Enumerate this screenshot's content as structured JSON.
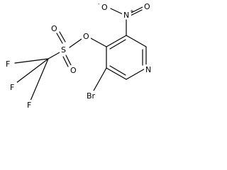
{
  "molecule": {
    "atoms": {
      "N_nitro": "N",
      "N_nitro_charge": "+",
      "O_nitro_top": "O",
      "O_nitro_minus": "O",
      "O_nitro_minus_charge": "-",
      "O_ester": "O",
      "S": "S",
      "O_sulfonyl_top": "O",
      "O_sulfonyl_bottom": "O",
      "F_left": "F",
      "F_bottom_left": "F",
      "F_bottom": "F",
      "N_ring": "N",
      "Br": "Br"
    }
  }
}
